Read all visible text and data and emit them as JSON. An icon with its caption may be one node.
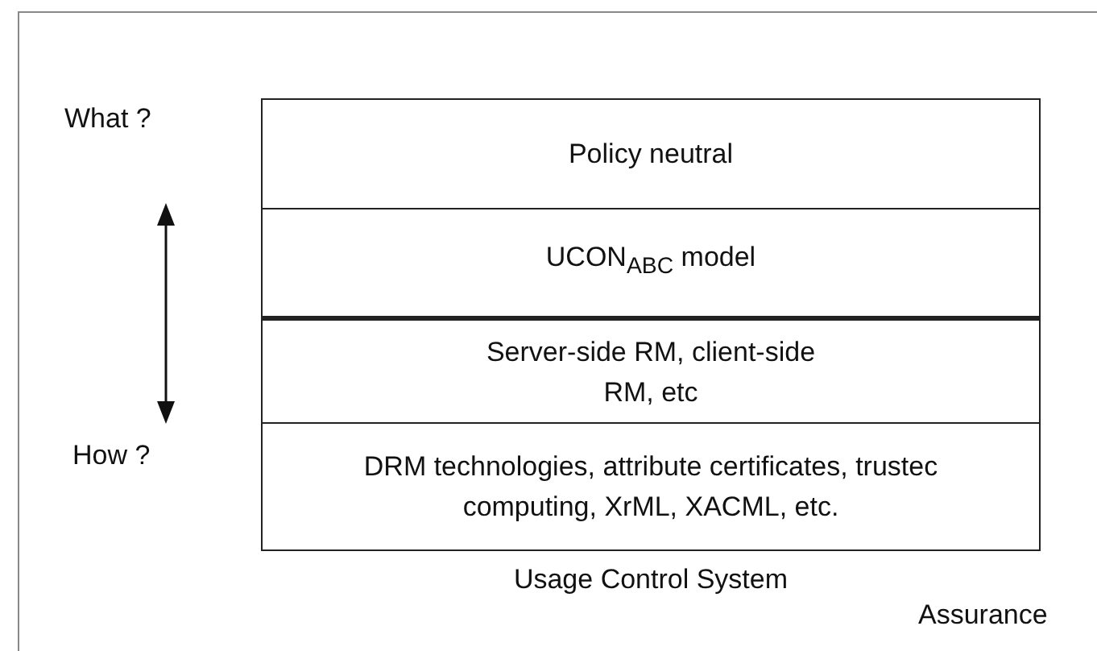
{
  "diagram": {
    "nodes": [
      {
        "text": [
          "Assurance"
        ]
      },
      {
        "text": [
          "Usage Control System"
        ],
        "in": 0
      },
      {
        "text": [
          "Policy neutral"
        ],
        "in": 1
      },
      {
        "text": [
          "UCON$_{ABC}$ model"
        ],
        "in": 1
      },
      {
        "text": [
          "Server-side RM, client-side RM, etc"
        ],
        "in": 1
      },
      {
        "text": [
          "DRM technologies, attribute certificates, trustec computing, XrML, XACML, etc."
        ],
        "in": 1
      }
    ],
    "edges": [],
    "labels": [
      "What ?",
      "How ?"
    ]
  }
}
